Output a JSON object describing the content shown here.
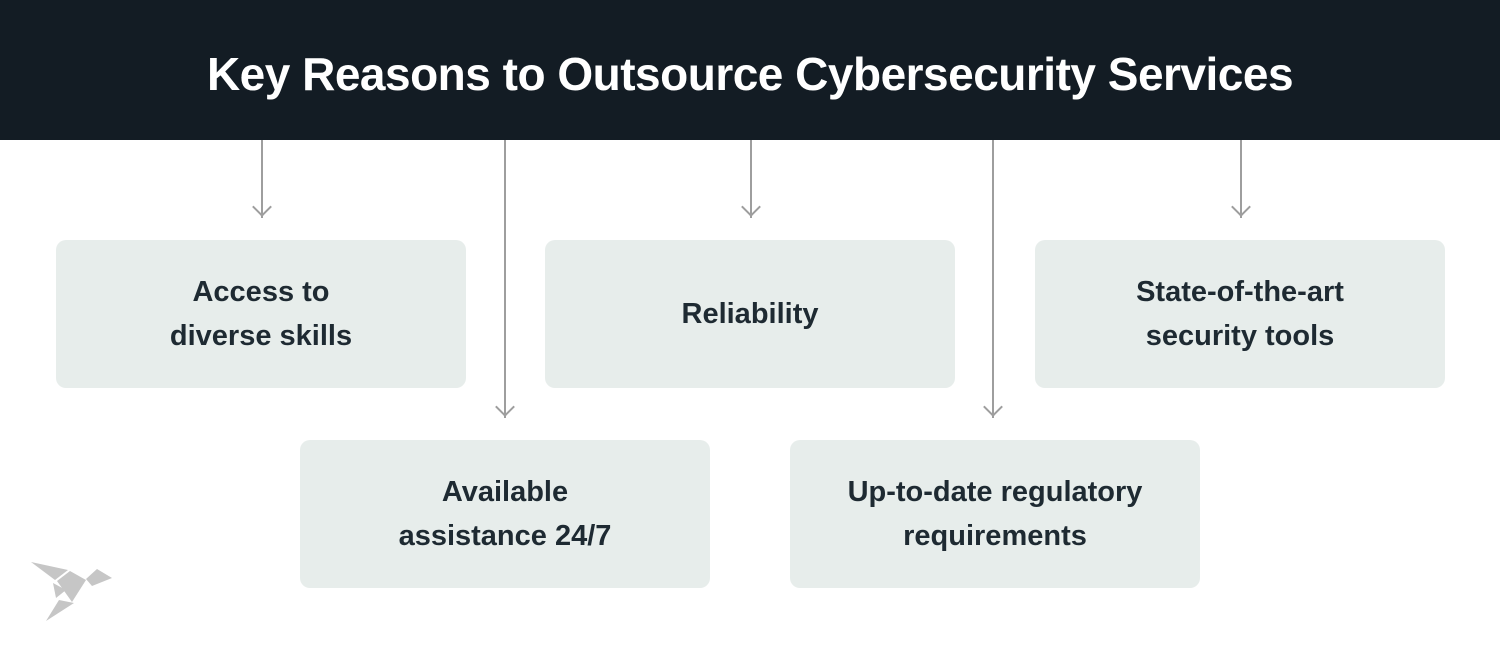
{
  "header": {
    "title": "Key Reasons to Outsource Cybersecurity Services"
  },
  "boxes": [
    {
      "label": "Access to\ndiverse skills"
    },
    {
      "label": "Reliability"
    },
    {
      "label": "State-of-the-art\nsecurity tools"
    },
    {
      "label": "Available\nassistance 24/7"
    },
    {
      "label": "Up-to-date regulatory\nrequirements"
    }
  ],
  "logo": {
    "name": "origami-bird"
  },
  "colors": {
    "header_bg": "#131c24",
    "header_text": "#ffffff",
    "box_bg": "#e7edeb",
    "box_text": "#1e2a32",
    "arrow": "#9e9e9e",
    "logo": "#c6c6c6",
    "page_bg": "#ffffff"
  }
}
